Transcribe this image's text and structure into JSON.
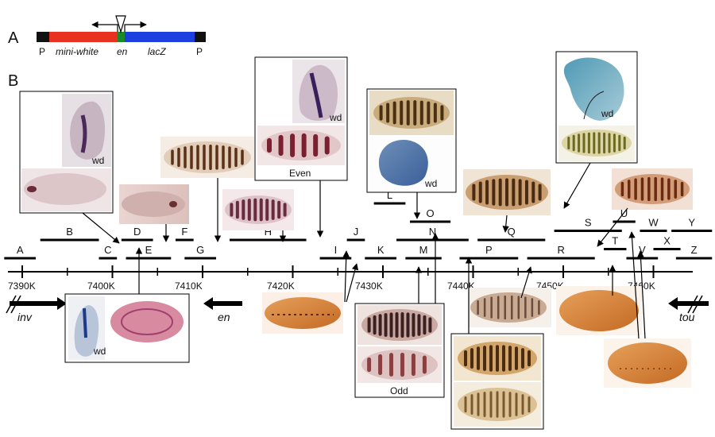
{
  "panel_a": {
    "label": "A",
    "construct": {
      "left_end": "P",
      "right_end": "P",
      "mini_white": "mini-white",
      "en": "en",
      "lacz": "lacZ",
      "colors": {
        "mini_white": "#e8321f",
        "en": "#1a8a2a",
        "lacz": "#1d3fe0",
        "ends": "#111111"
      }
    }
  },
  "panel_b": {
    "label": "B",
    "axis": {
      "ticks": [
        "7390K",
        "7400K",
        "7410K",
        "7420K",
        "7430K",
        "7440K",
        "7450K",
        "7460K"
      ]
    },
    "genes": {
      "inv": "inv",
      "en": "en",
      "tou": "tou"
    },
    "segments": [
      {
        "id": "A",
        "label": "A",
        "row": 2,
        "start": 7388.0,
        "end": 7391.5
      },
      {
        "id": "B",
        "label": "B",
        "row": 1,
        "start": 7392.0,
        "end": 7398.5
      },
      {
        "id": "C",
        "label": "C",
        "row": 2,
        "start": 7398.5,
        "end": 7400.5
      },
      {
        "id": "D",
        "label": "D",
        "row": 1,
        "start": 7401.0,
        "end": 7404.5
      },
      {
        "id": "E",
        "label": "E",
        "row": 2,
        "start": 7401.5,
        "end": 7406.5
      },
      {
        "id": "F",
        "label": "F",
        "row": 1,
        "start": 7407.0,
        "end": 7409.0
      },
      {
        "id": "G",
        "label": "G",
        "row": 2,
        "start": 7408.0,
        "end": 7411.5
      },
      {
        "id": "H",
        "label": "H",
        "row": 1,
        "start": 7413.0,
        "end": 7421.5
      },
      {
        "id": "I",
        "label": "I",
        "row": 2,
        "start": 7423.0,
        "end": 7426.5
      },
      {
        "id": "J",
        "label": "J",
        "row": 1,
        "start": 7426.0,
        "end": 7428.0
      },
      {
        "id": "K",
        "label": "K",
        "row": 2,
        "start": 7428.0,
        "end": 7431.5
      },
      {
        "id": "L",
        "label": "L",
        "row": -1,
        "start": 7429.0,
        "end": 7432.5
      },
      {
        "id": "O",
        "label": "O",
        "row": 0,
        "start": 7433.0,
        "end": 7437.5
      },
      {
        "id": "N",
        "label": "N",
        "row": 1,
        "start": 7431.5,
        "end": 7439.5
      },
      {
        "id": "M",
        "label": "M",
        "row": 2,
        "start": 7432.5,
        "end": 7436.5
      },
      {
        "id": "P",
        "label": "P",
        "row": 2,
        "start": 7438.5,
        "end": 7445.0
      },
      {
        "id": "Q",
        "label": "Q",
        "row": 1,
        "start": 7440.5,
        "end": 7448.0
      },
      {
        "id": "R",
        "label": "R",
        "row": 2,
        "start": 7446.0,
        "end": 7453.5
      },
      {
        "id": "S",
        "label": "S",
        "row": 0.5,
        "start": 7449.0,
        "end": 7456.5
      },
      {
        "id": "U",
        "label": "U",
        "row": 0,
        "start": 7455.5,
        "end": 7458.0
      },
      {
        "id": "T",
        "label": "T",
        "row": 1.5,
        "start": 7454.5,
        "end": 7457.0
      },
      {
        "id": "V",
        "label": "V",
        "row": 2,
        "start": 7457.0,
        "end": 7460.5
      },
      {
        "id": "W",
        "label": "W",
        "row": 0.5,
        "start": 7458.5,
        "end": 7461.5
      },
      {
        "id": "X",
        "label": "X",
        "row": 1.5,
        "start": 7460.0,
        "end": 7463.0
      },
      {
        "id": "Y",
        "label": "Y",
        "row": 0.5,
        "start": 7462.0,
        "end": 7466.5
      },
      {
        "id": "Z",
        "label": "Z",
        "row": 2,
        "start": 7462.5,
        "end": 7466.5
      }
    ],
    "image_labels": {
      "wd": "wd",
      "even": "Even",
      "odd": "Odd"
    }
  }
}
